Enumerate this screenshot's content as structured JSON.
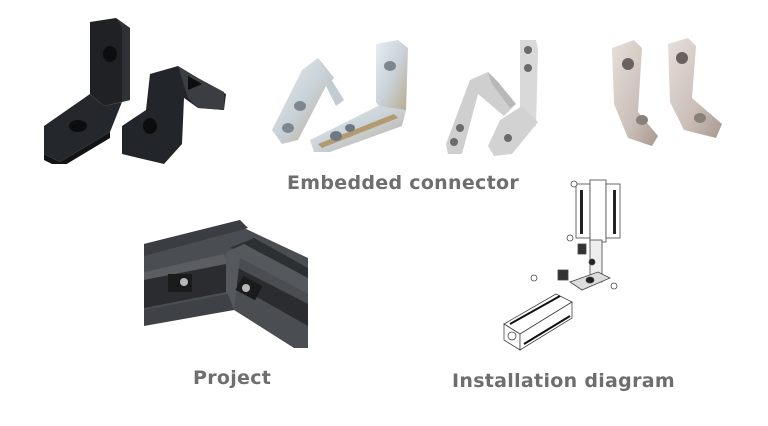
{
  "captions": {
    "embedded_connector": "Embedded connector",
    "project": "Project",
    "installation_diagram": "Installation diagram"
  },
  "products": [
    {
      "name": "black-l-connector-pair",
      "finish": "black"
    },
    {
      "name": "zinc-l-connector-pair",
      "finish": "zinc-plated"
    },
    {
      "name": "aluminum-angle-connector-pair",
      "finish": "silver"
    },
    {
      "name": "nickel-l-connector-pair",
      "finish": "nickel"
    }
  ],
  "colors": {
    "caption": "#6e6e6e",
    "background": "#ffffff",
    "black_part": "#1e2024",
    "profile": "#45484c",
    "silver": "#d6d6d6"
  }
}
